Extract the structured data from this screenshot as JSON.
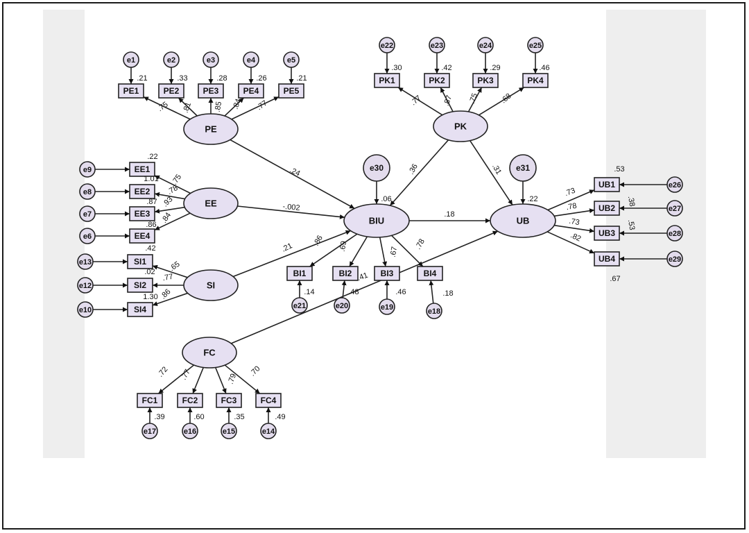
{
  "latents": [
    {
      "id": "PE",
      "label": "PE"
    },
    {
      "id": "EE",
      "label": "EE"
    },
    {
      "id": "SI",
      "label": "SI"
    },
    {
      "id": "FC",
      "label": "FC"
    },
    {
      "id": "PK",
      "label": "PK"
    },
    {
      "id": "BIU",
      "label": "BIU"
    },
    {
      "id": "UB",
      "label": "UB"
    }
  ],
  "structural_errors": [
    {
      "id": "e30",
      "label": "e30",
      "target": "BIU",
      "r2": ".06"
    },
    {
      "id": "e31",
      "label": "e31",
      "target": "UB",
      "r2": ".22"
    }
  ],
  "indicators": [
    {
      "id": "PE1",
      "label": "PE1",
      "latent": "PE",
      "loading": ".75",
      "error": "e1",
      "r2": ".21"
    },
    {
      "id": "PE2",
      "label": "PE2",
      "latent": "PE",
      "loading": ".81",
      "error": "e2",
      "r2": ".33"
    },
    {
      "id": "PE3",
      "label": "PE3",
      "latent": "PE",
      "loading": ".85",
      "error": "e3",
      "r2": ".28"
    },
    {
      "id": "PE4",
      "label": "PE4",
      "latent": "PE",
      "loading": ".84",
      "error": "e4",
      "r2": ".26"
    },
    {
      "id": "PE5",
      "label": "PE5",
      "latent": "PE",
      "loading": ".77",
      "error": "e5",
      "r2": ".21"
    },
    {
      "id": "EE1",
      "label": "EE1",
      "latent": "EE",
      "loading": ".75",
      "error": "e9",
      "r2": ".22"
    },
    {
      "id": "EE2",
      "label": "EE2",
      "latent": "EE",
      "loading": ".78",
      "error": "e8",
      "r2": "1.01"
    },
    {
      "id": "EE3",
      "label": "EE3",
      "latent": "EE",
      "loading": ".93",
      "error": "e7",
      "r2": ".87"
    },
    {
      "id": "EE4",
      "label": "EE4",
      "latent": "EE",
      "loading": ".84",
      "error": "e6",
      "r2": ".86"
    },
    {
      "id": "SI1",
      "label": "SI1",
      "latent": "SI",
      "loading": ".65",
      "error": "e13",
      "r2": ".42"
    },
    {
      "id": "SI2",
      "label": "SI2",
      "latent": "SI",
      "loading": ".77",
      "error": "e12",
      "r2": ".02"
    },
    {
      "id": "SI4",
      "label": "SI4",
      "latent": "SI",
      "loading": ".86",
      "error": "e10",
      "r2": "1.30"
    },
    {
      "id": "FC1",
      "label": "FC1",
      "latent": "FC",
      "loading": ".72",
      "error": "e17",
      "r2": ".39"
    },
    {
      "id": "FC2",
      "label": "FC2",
      "latent": "FC",
      "loading": ".77",
      "error": "e16",
      "r2": ".60"
    },
    {
      "id": "FC3",
      "label": "FC3",
      "latent": "FC",
      "loading": ".79",
      "error": "e15",
      "r2": ".35"
    },
    {
      "id": "FC4",
      "label": "FC4",
      "latent": "FC",
      "loading": ".70",
      "error": "e14",
      "r2": ".49"
    },
    {
      "id": "PK1",
      "label": "PK1",
      "latent": "PK",
      "loading": ".77",
      "error": "e22",
      "r2": ".30"
    },
    {
      "id": "PK2",
      "label": "PK2",
      "latent": "PK",
      "loading": ".87",
      "error": "e23",
      "r2": ".42"
    },
    {
      "id": "PK3",
      "label": "PK3",
      "latent": "PK",
      "loading": ".75",
      "error": "e24",
      "r2": ".29"
    },
    {
      "id": "PK4",
      "label": "PK4",
      "latent": "PK",
      "loading": ".68",
      "error": "e25",
      "r2": ".46"
    },
    {
      "id": "BI1",
      "label": "BI1",
      "latent": "BIU",
      "loading": ".86",
      "error": "e21",
      "r2": ".14"
    },
    {
      "id": "BI2",
      "label": "BI2",
      "latent": "BIU",
      "loading": ".69",
      "error": "e20",
      "r2": ".48"
    },
    {
      "id": "BI3",
      "label": "BI3",
      "latent": "BIU",
      "loading": ".67",
      "error": "e19",
      "r2": ".46"
    },
    {
      "id": "BI4",
      "label": "BI4",
      "latent": "BIU",
      "loading": ".78",
      "error": "e18",
      "r2": ".18"
    },
    {
      "id": "UB1",
      "label": "UB1",
      "latent": "UB",
      "loading": ".73",
      "error": "e26",
      "r2": ".53"
    },
    {
      "id": "UB2",
      "label": "UB2",
      "latent": "UB",
      "loading": ".78",
      "error": "e27",
      "r2": ".38"
    },
    {
      "id": "UB3",
      "label": "UB3",
      "latent": "UB",
      "loading": ".73",
      "error": "e28",
      "r2": ".53"
    },
    {
      "id": "UB4",
      "label": "UB4",
      "latent": "UB",
      "loading": ".82",
      "error": "e29",
      "r2": ".67"
    }
  ],
  "paths": [
    {
      "from": "PE",
      "to": "BIU",
      "coef": ".24"
    },
    {
      "from": "EE",
      "to": "BIU",
      "coef": "-.002"
    },
    {
      "from": "SI",
      "to": "BIU",
      "coef": ".21"
    },
    {
      "from": "PK",
      "to": "BIU",
      "coef": ".36"
    },
    {
      "from": "PK",
      "to": "UB",
      "coef": ".31"
    },
    {
      "from": "BIU",
      "to": "UB",
      "coef": ".18"
    },
    {
      "from": "FC",
      "to": "UB",
      "coef": ".41"
    }
  ]
}
